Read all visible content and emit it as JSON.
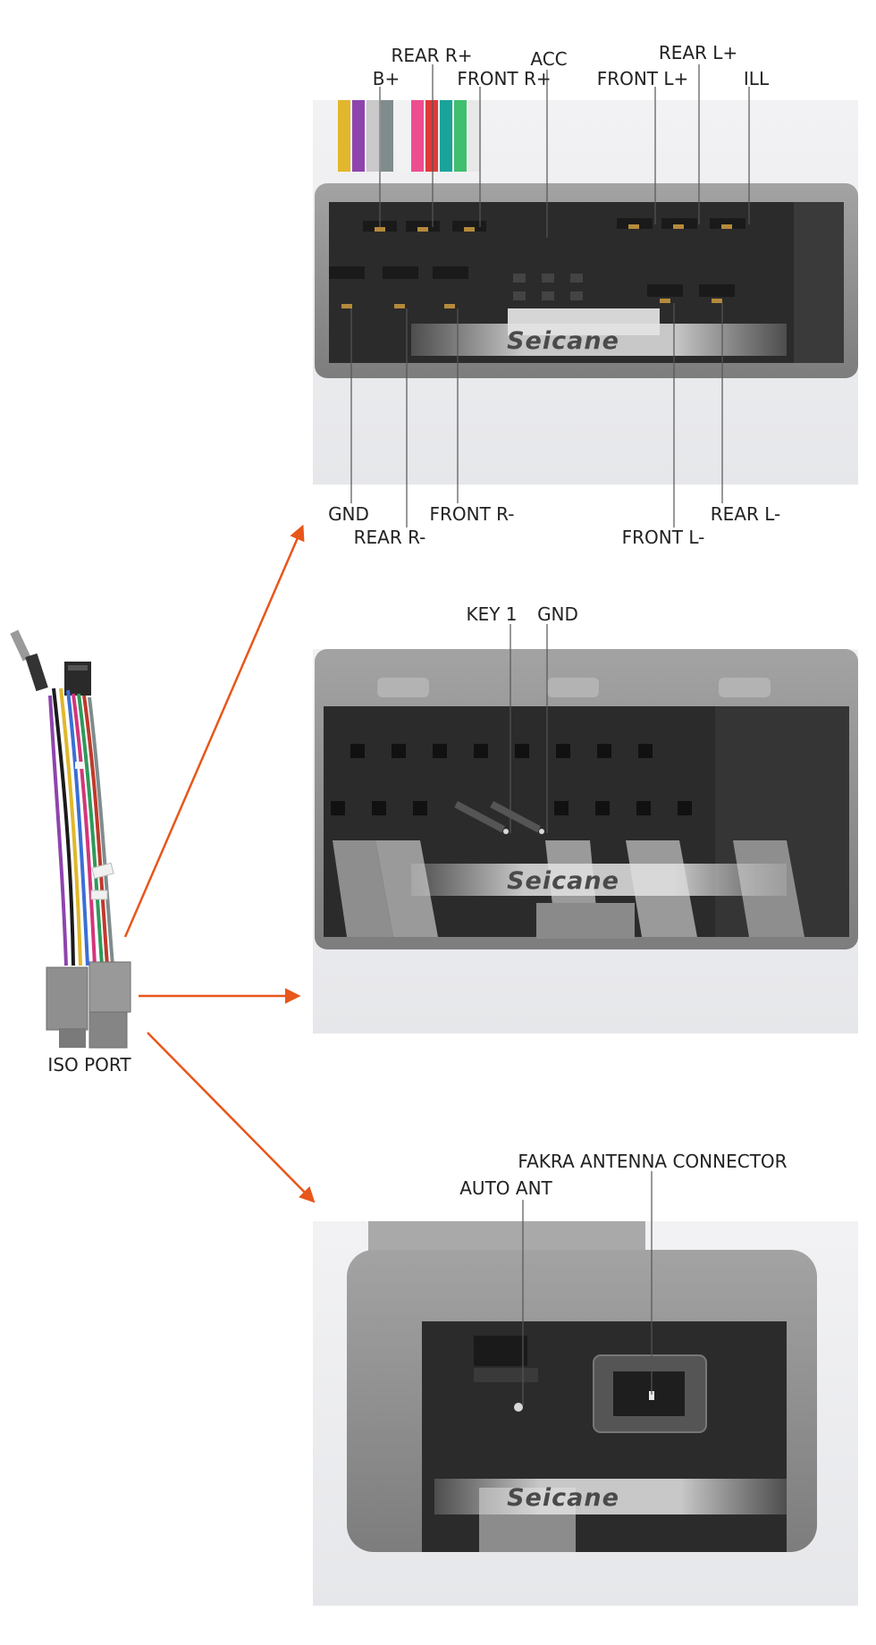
{
  "iso_port": {
    "label": "ISO PORT"
  },
  "watermark": {
    "brand": "Seicane"
  },
  "colors": {
    "arrow": "#E8561A",
    "housing": "#8d8d8d",
    "cavity": "#2b2b2b",
    "background": "#ffffff"
  },
  "connector_1": {
    "top_labels": [
      "B+",
      "REAR R+",
      "FRONT R+",
      "ACC",
      "FRONT L+",
      "REAR L+",
      "ILL"
    ],
    "bottom_labels": [
      "GND",
      "REAR R-",
      "FRONT R-",
      "FRONT L-",
      "REAR L-"
    ]
  },
  "connector_2": {
    "top_labels": [
      "KEY 1",
      "GND"
    ]
  },
  "connector_3": {
    "top_labels": [
      "FAKRA ANTENNA CONNECTOR",
      "AUTO ANT"
    ]
  }
}
